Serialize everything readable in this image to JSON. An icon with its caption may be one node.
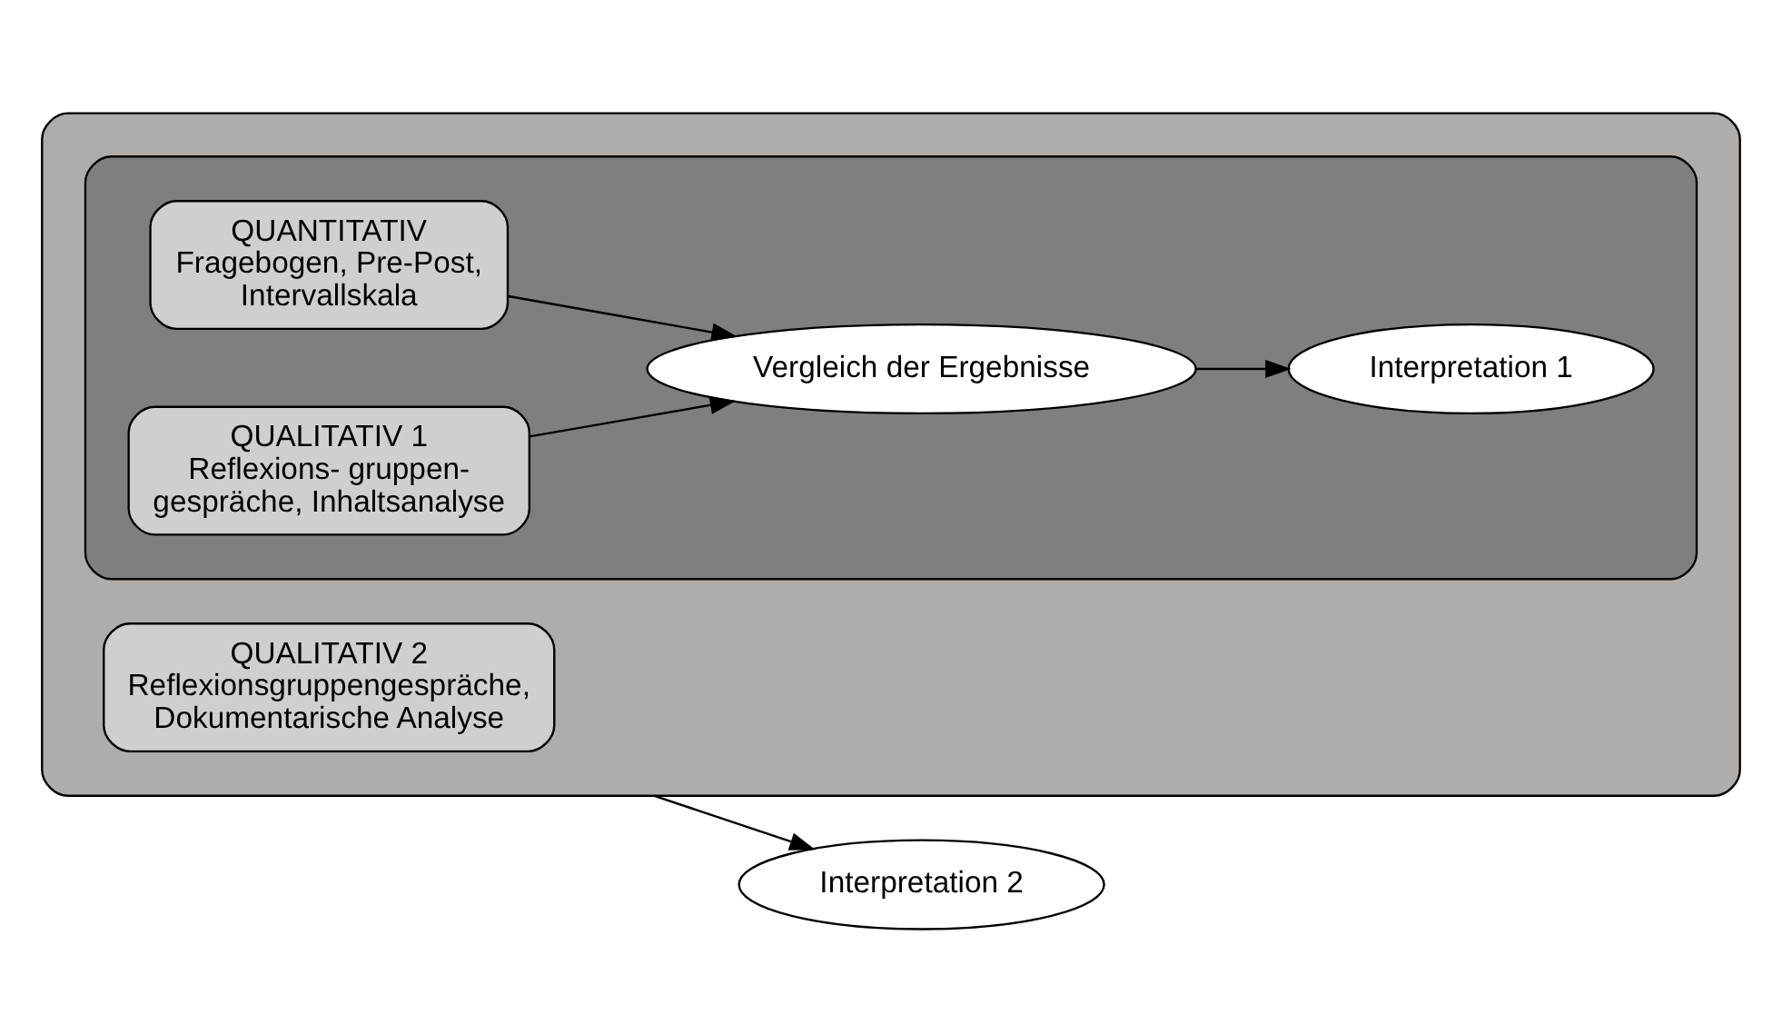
{
  "diagram": {
    "nodes": [
      {
        "text": [],
        "shape": "box"
      },
      {
        "text": [],
        "shape": "box",
        "in": 0
      },
      {
        "text": [
          "QUANTITATIV",
          "Fragebogen, Pre-Post, Intervallskala"
        ],
        "in": 1
      },
      {
        "text": [
          "QUALITATIV 1",
          "Reflexions- gruppen- gespräche, Inhaltsanalyse"
        ],
        "in": 1
      },
      {
        "text": [
          "Vergleich der Ergebnisse"
        ],
        "in": 1
      },
      {
        "text": [
          "Interpretation 1"
        ],
        "in": 1
      },
      {
        "text": [
          "QUALITATIV 2",
          "Reflexionsgruppengespräche, Dokumentarische Analyse"
        ],
        "in": 0
      },
      {
        "text": [
          "Interpretation 2"
        ]
      }
    ],
    "edges": [
      {
        "from": 2,
        "to": 4,
        "arrow": "to"
      },
      {
        "from": 3,
        "to": 4,
        "arrow": "to"
      },
      {
        "from": 4,
        "to": 5,
        "arrow": "to"
      },
      {
        "from": 0,
        "to": 7,
        "arrow": "to"
      }
    ]
  }
}
